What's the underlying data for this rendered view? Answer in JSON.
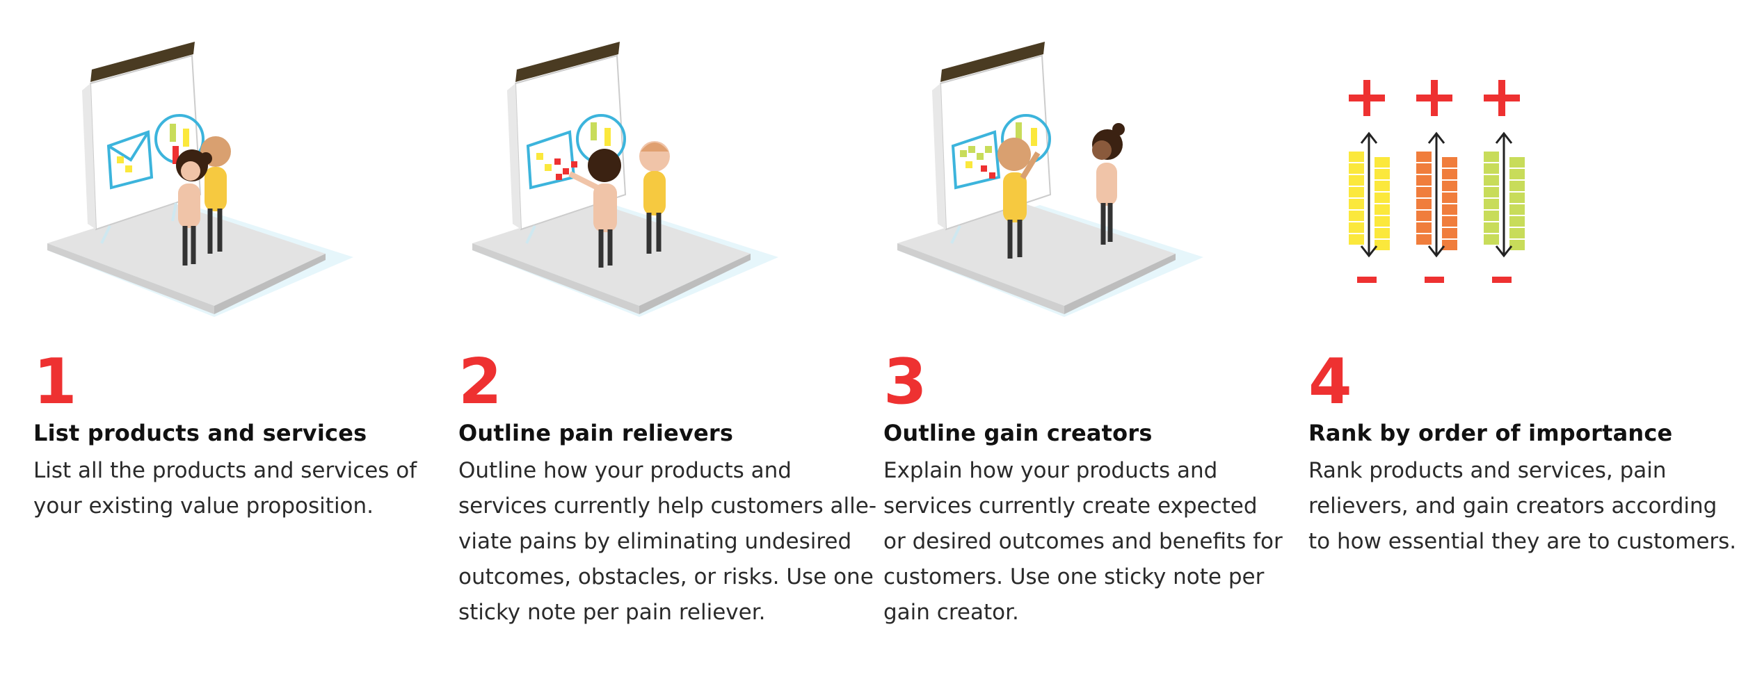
{
  "colors": {
    "accent": "#ee3131",
    "yellow": "#fbe83c",
    "orange": "#f07d3c",
    "lime": "#c8dc5a",
    "board_top": "#4a3b22",
    "sticky_blue": "#3cb4dc"
  },
  "steps": [
    {
      "number": "1",
      "title": "List products and services",
      "lines": [
        "List all the products and services of",
        "your existing value proposition."
      ],
      "icon": "whiteboard-two-people-icon"
    },
    {
      "number": "2",
      "title": "Outline pain relievers",
      "lines": [
        "Outline how your products and",
        "services currently help customers alle-",
        "viate pains by eliminating undesired",
        "outcomes, obstacles, or risks. Use one",
        "sticky note per pain reliever."
      ],
      "icon": "whiteboard-red-stickies-icon"
    },
    {
      "number": "3",
      "title": "Outline gain creators",
      "lines": [
        "Explain how your products and",
        "services currently create expected",
        "or desired outcomes and benefits for",
        "customers. Use one sticky note per",
        "gain creator."
      ],
      "icon": "whiteboard-green-stickies-icon"
    },
    {
      "number": "4",
      "title": "Rank by order of importance",
      "lines": [
        "Rank products and services, pain",
        "relievers, and gain creators according",
        "to how essential they are to customers."
      ],
      "icon": "ranking-columns-icon"
    }
  ]
}
